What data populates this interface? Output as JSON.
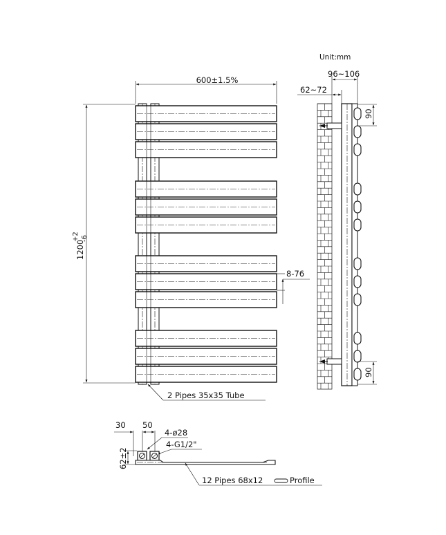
{
  "unit_label": "Unit:mm",
  "dimensions": {
    "width": "600±1.5%",
    "height_main": "1200",
    "height_sup": "+2",
    "height_sub": "-6",
    "wall_offset": "96~106",
    "wall_gap": "62~72",
    "bracket_top": "90",
    "bracket_bottom": "90",
    "panel_gap": "8-76",
    "pipe_spacing_left": "30",
    "pipe_spacing_right": "50",
    "pipe_diameter": "4-ø28",
    "thread": "4-G1/2\"",
    "pipe_height": "62±2"
  },
  "callouts": {
    "tube": "2 Pipes 35x35 Tube",
    "profile_prefix": "12 Pipes 68x12",
    "profile_suffix": "Profile"
  }
}
